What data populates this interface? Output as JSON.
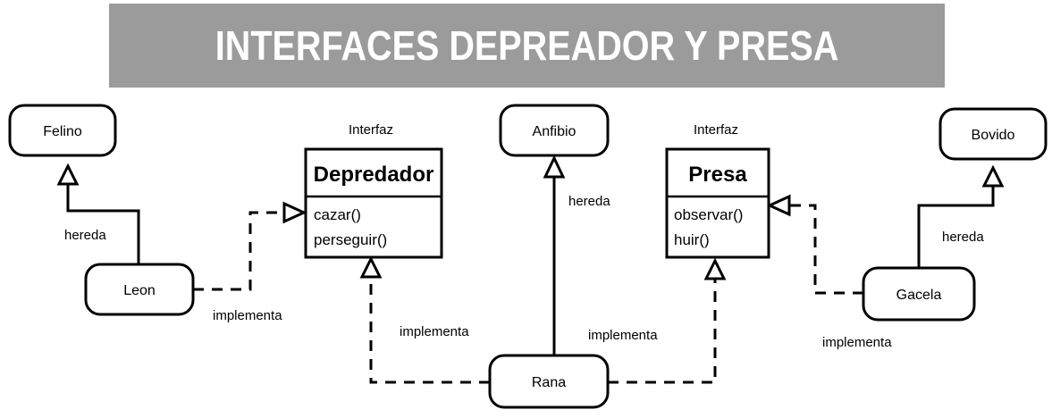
{
  "title": "INTERFACES DEPREADOR Y PRESA",
  "classes": {
    "felino": "Felino",
    "leon": "Leon",
    "anfibio": "Anfibio",
    "rana": "Rana",
    "bovido": "Bovido",
    "gacela": "Gacela"
  },
  "interfaces": {
    "depredador": {
      "stereotype": "Interfaz",
      "name": "Depredador",
      "methods": [
        "cazar()",
        "perseguir()"
      ]
    },
    "presa": {
      "stereotype": "Interfaz",
      "name": "Presa",
      "methods": [
        "observar()",
        "huir()"
      ]
    }
  },
  "relations": {
    "hereda": "hereda",
    "implementa": "implementa"
  }
}
